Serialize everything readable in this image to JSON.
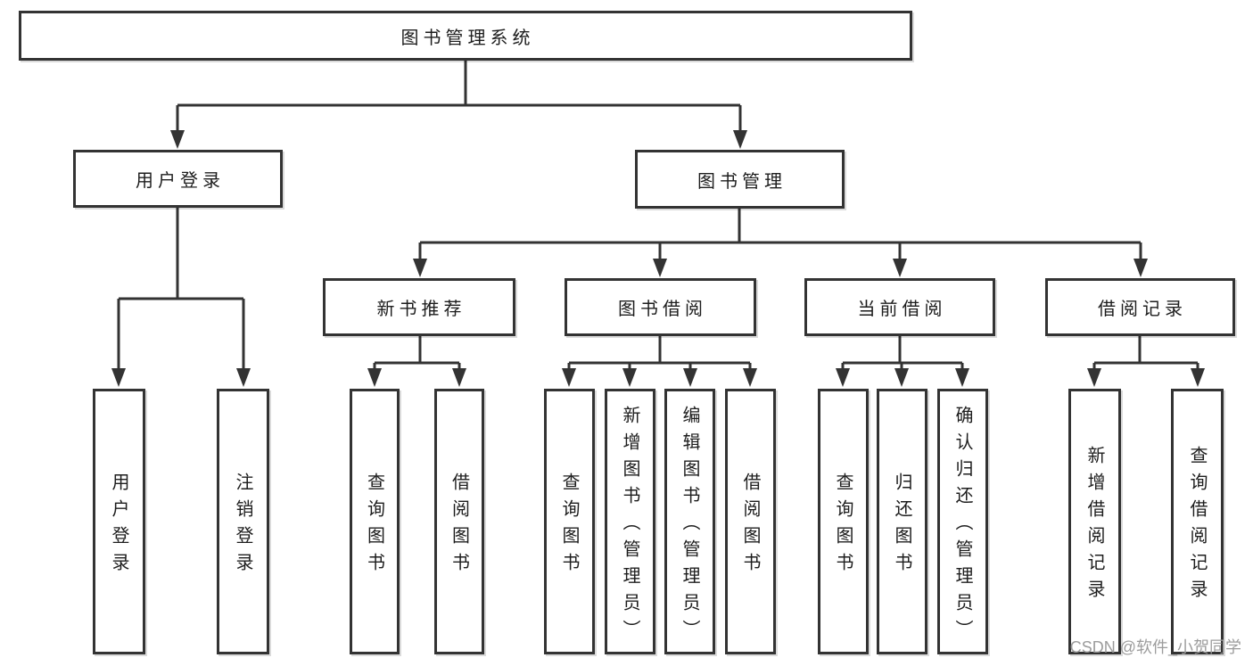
{
  "tree": {
    "root": {
      "label": "图书管理系统"
    },
    "branches": [
      {
        "label": "用户登录",
        "children": [
          {
            "label": "用户登录"
          },
          {
            "label": "注销登录"
          }
        ]
      },
      {
        "label": "图书管理",
        "children": [
          {
            "label": "新书推荐",
            "children": [
              {
                "label": "查询图书"
              },
              {
                "label": "借阅图书"
              }
            ]
          },
          {
            "label": "图书借阅",
            "children": [
              {
                "label": "查询图书"
              },
              {
                "label": "新增图书（管理员）"
              },
              {
                "label": "编辑图书（管理员）"
              },
              {
                "label": "借阅图书"
              }
            ]
          },
          {
            "label": "当前借阅",
            "children": [
              {
                "label": "查询图书"
              },
              {
                "label": "归还图书"
              },
              {
                "label": "确认归还（管理员）"
              }
            ]
          },
          {
            "label": "借阅记录",
            "children": [
              {
                "label": "新增借阅记录"
              },
              {
                "label": "查询借阅记录"
              }
            ]
          }
        ]
      }
    ]
  },
  "watermark": {
    "text": "CSDN @软件_小贺同学"
  },
  "colors": {
    "line": "#333333",
    "text": "#1d1d1d",
    "background": "#ffffff",
    "watermark": "#9c9c9c"
  }
}
